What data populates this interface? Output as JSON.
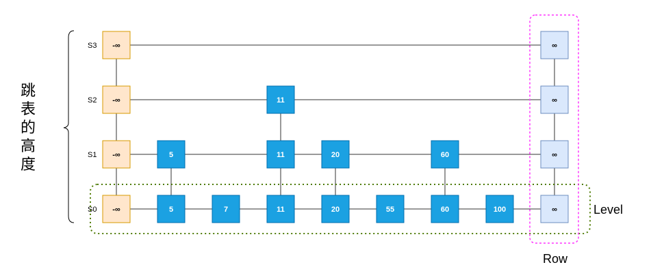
{
  "side_label": [
    "跳",
    "表",
    "的",
    "高",
    "度"
  ],
  "levels": [
    {
      "name": "S3",
      "keys": [
        "-∞",
        "∞"
      ]
    },
    {
      "name": "S2",
      "keys": [
        "-∞",
        "11",
        "∞"
      ]
    },
    {
      "name": "S1",
      "keys": [
        "-∞",
        "5",
        "11",
        "20",
        "60",
        "∞"
      ]
    },
    {
      "name": "S0",
      "keys": [
        "-∞",
        "5",
        "7",
        "11",
        "20",
        "55",
        "60",
        "100",
        "∞"
      ]
    }
  ],
  "annotations": {
    "level": "Level",
    "row": "Row"
  },
  "colors": {
    "head_fill": "#ffe6cc",
    "head_stroke": "#d79b00",
    "head_text": "#000000",
    "node_fill": "#1ba1e2",
    "node_stroke": "#006eaf",
    "node_text": "#ffffff",
    "tail_fill": "#dae8fc",
    "tail_stroke": "#6c8ebf",
    "tail_text": "#000000",
    "level_box": "#4d7a00",
    "row_box": "#ff33ff",
    "line": "#333333"
  }
}
